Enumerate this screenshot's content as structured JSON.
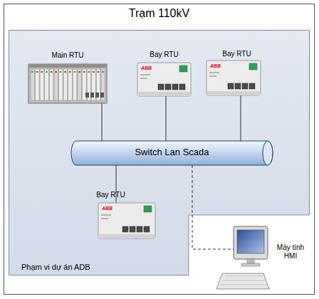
{
  "diagram": {
    "nodes": [
      {
        "text": [
          "Trạm 110kV"
        ]
      },
      {
        "text": [
          "Phạm vi dự án ADB"
        ],
        "in": 0
      },
      {
        "text": [
          "Main RTU"
        ],
        "in": 1
      },
      {
        "text": [
          "Bay RTU"
        ],
        "in": 1
      },
      {
        "text": [
          "Bay RTU"
        ],
        "in": 1
      },
      {
        "text": [
          "Switch Lan Scada"
        ],
        "in": 1
      },
      {
        "text": [
          "Bay RTU"
        ],
        "in": 1
      },
      {
        "text": [
          "Máy tính HMI"
        ],
        "in": 0
      }
    ],
    "edges": [
      {
        "from": 2,
        "to": 5,
        "arrow": "none"
      },
      {
        "from": 3,
        "to": 5,
        "arrow": "none"
      },
      {
        "from": 4,
        "to": 5,
        "arrow": "none"
      },
      {
        "from": 5,
        "to": 6,
        "arrow": "none"
      },
      {
        "from": 5,
        "to": 7,
        "arrow": "none"
      }
    ],
    "labels": [
      "ABB",
      "ABB",
      "ABB"
    ]
  }
}
